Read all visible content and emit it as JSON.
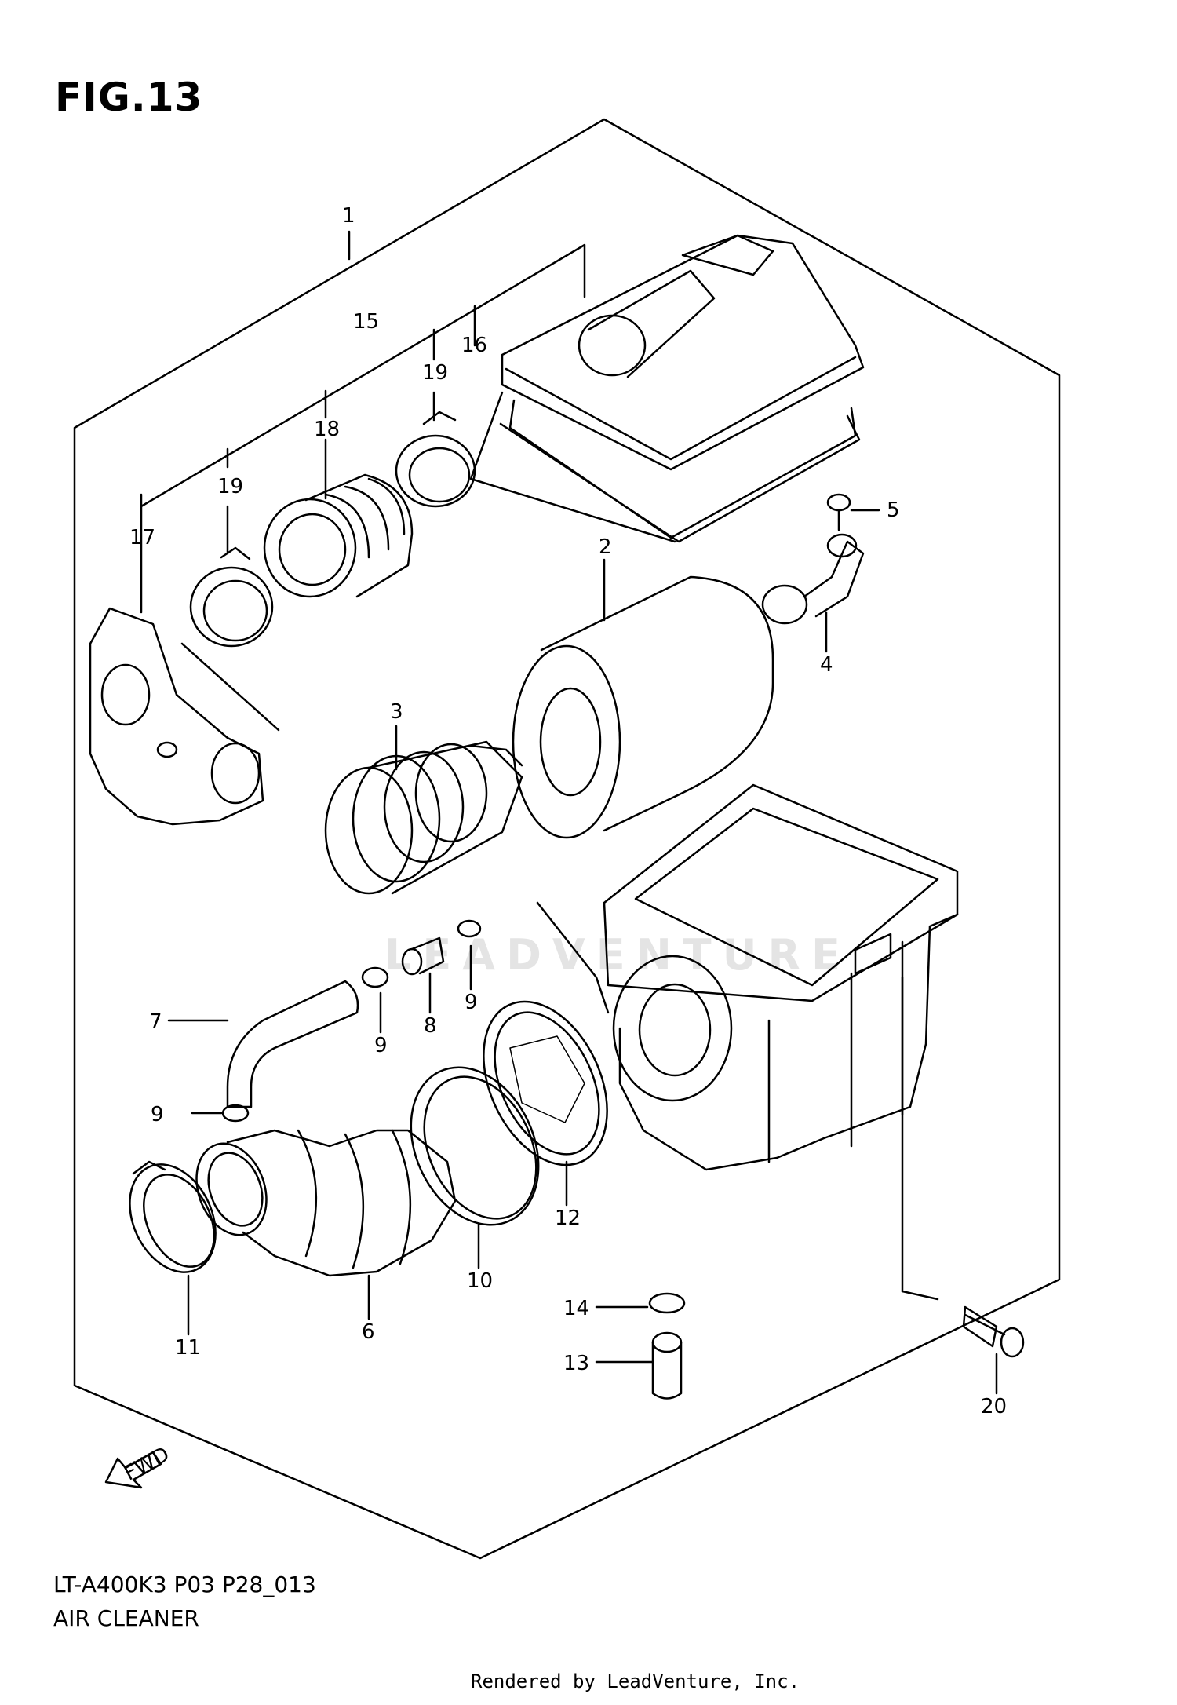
{
  "figure": {
    "title": "FIG.13"
  },
  "callouts": [
    {
      "id": "part-1",
      "text": "1"
    },
    {
      "id": "part-2",
      "text": "2"
    },
    {
      "id": "part-3",
      "text": "3"
    },
    {
      "id": "part-4",
      "text": "4"
    },
    {
      "id": "part-5",
      "text": "5"
    },
    {
      "id": "part-6",
      "text": "6"
    },
    {
      "id": "part-7",
      "text": "7"
    },
    {
      "id": "part-8",
      "text": "8"
    },
    {
      "id": "part-9a",
      "text": "9"
    },
    {
      "id": "part-9b",
      "text": "9"
    },
    {
      "id": "part-9c",
      "text": "9"
    },
    {
      "id": "part-10",
      "text": "10"
    },
    {
      "id": "part-11",
      "text": "11"
    },
    {
      "id": "part-12",
      "text": "12"
    },
    {
      "id": "part-13",
      "text": "13"
    },
    {
      "id": "part-14",
      "text": "14"
    },
    {
      "id": "part-15",
      "text": "15"
    },
    {
      "id": "part-16",
      "text": "16"
    },
    {
      "id": "part-17",
      "text": "17"
    },
    {
      "id": "part-18",
      "text": "18"
    },
    {
      "id": "part-19a",
      "text": "19"
    },
    {
      "id": "part-19b",
      "text": "19"
    },
    {
      "id": "part-20",
      "text": "20"
    }
  ],
  "fwd_label": "FWD",
  "watermark": "LEADVENTURE",
  "footer": {
    "model_code": "LT-A400K3 P03 P28_013",
    "section_name": "AIR CLEANER",
    "rendered_by": "Rendered by LeadVenture, Inc."
  }
}
